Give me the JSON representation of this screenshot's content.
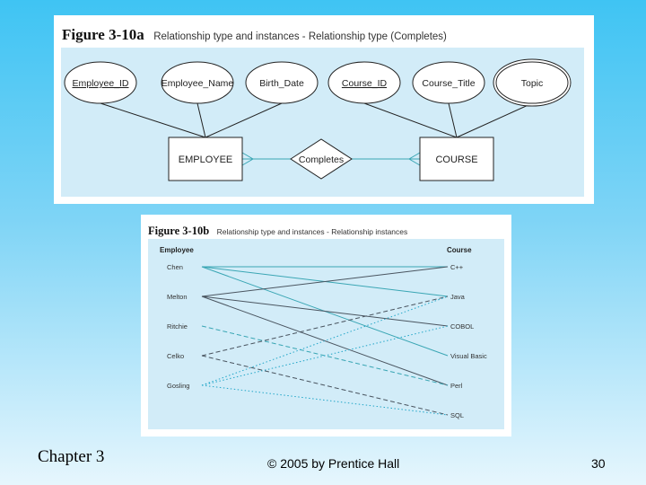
{
  "figure_a": {
    "number": "Figure 3-10a",
    "caption": "Relationship type and instances - Relationship type (Completes)",
    "attributes": [
      {
        "label": "Employee_ID",
        "underlined": true,
        "multivalued": false
      },
      {
        "label": "Employee_Name",
        "underlined": false,
        "multivalued": false
      },
      {
        "label": "Birth_Date",
        "underlined": false,
        "multivalued": false
      },
      {
        "label": "Course_ID",
        "underlined": true,
        "multivalued": false
      },
      {
        "label": "Course_Title",
        "underlined": false,
        "multivalued": false
      },
      {
        "label": "Topic",
        "underlined": false,
        "multivalued": true
      }
    ],
    "entities": [
      "EMPLOYEE",
      "COURSE"
    ],
    "relationship": "Completes"
  },
  "figure_b": {
    "number": "Figure 3-10b",
    "caption": "Relationship type and instances - Relationship instances",
    "left_heading": "Employee",
    "right_heading": "Course",
    "employees": [
      "Chen",
      "Melton",
      "Ritchie",
      "Celko",
      "Gosling"
    ],
    "courses": [
      "C++",
      "Java",
      "COBOL",
      "Visual Basic",
      "Perl",
      "SQL"
    ],
    "instances": [
      {
        "employee": 0,
        "course": 0,
        "color": "#3aa6b4",
        "style": "solid"
      },
      {
        "employee": 0,
        "course": 1,
        "color": "#3aa6b4",
        "style": "solid"
      },
      {
        "employee": 0,
        "course": 3,
        "color": "#3aa6b4",
        "style": "solid"
      },
      {
        "employee": 1,
        "course": 0,
        "color": "#4a5560",
        "style": "solid"
      },
      {
        "employee": 1,
        "course": 2,
        "color": "#4a5560",
        "style": "solid"
      },
      {
        "employee": 1,
        "course": 4,
        "color": "#4a5560",
        "style": "solid"
      },
      {
        "employee": 2,
        "course": 4,
        "color": "#3aa6b4",
        "style": "dashed"
      },
      {
        "employee": 3,
        "course": 1,
        "color": "#4a5560",
        "style": "dashed"
      },
      {
        "employee": 3,
        "course": 5,
        "color": "#4a5560",
        "style": "dashed"
      },
      {
        "employee": 4,
        "course": 1,
        "color": "#22a6c8",
        "style": "dotted"
      },
      {
        "employee": 4,
        "course": 2,
        "color": "#22a6c8",
        "style": "dotted"
      },
      {
        "employee": 4,
        "course": 5,
        "color": "#22a6c8",
        "style": "dotted"
      }
    ]
  },
  "footer": {
    "chapter": "Chapter 3",
    "copyright": "© 2005 by Prentice Hall",
    "page": "30"
  }
}
